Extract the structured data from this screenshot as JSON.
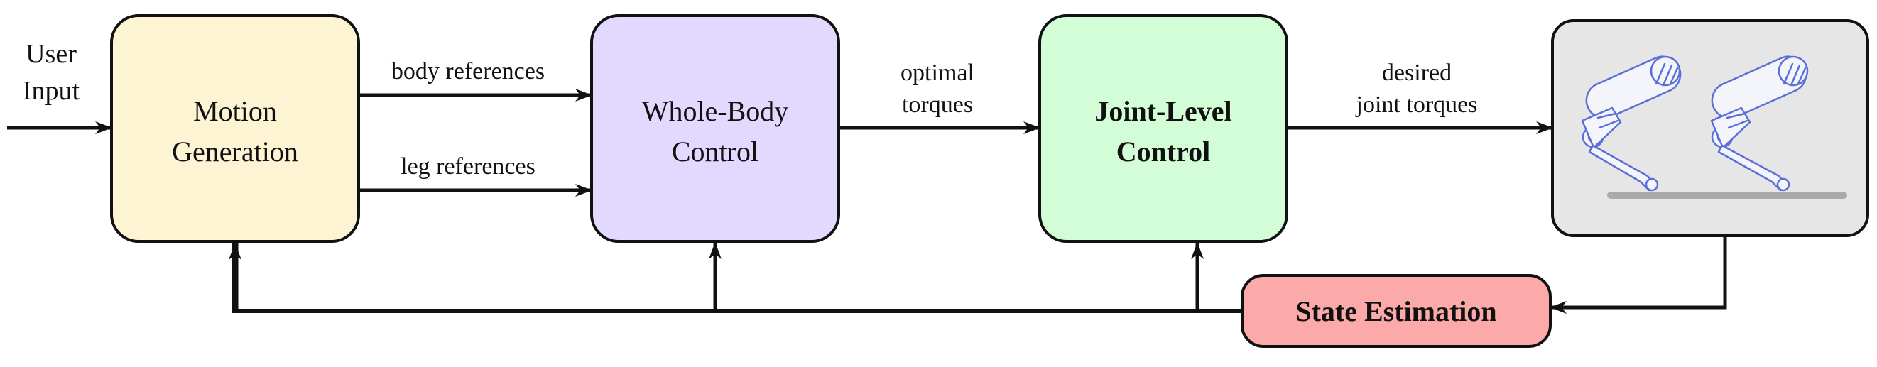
{
  "input": {
    "line1": "User",
    "line2": "Input"
  },
  "boxes": {
    "motion": {
      "line1": "Motion",
      "line2": "Generation",
      "fill": "#fdf4d3"
    },
    "wbc": {
      "line1": "Whole-Body",
      "line2": "Control",
      "fill": "#e3d8fd"
    },
    "jlc": {
      "line1": "Joint-Level",
      "line2": "Control",
      "fill": "#d3fdd6"
    },
    "robot": {
      "fill": "#e6e6e6"
    },
    "state": {
      "label": "State Estimation",
      "fill": "#fca9a9"
    }
  },
  "edges": {
    "body_ref": "body references",
    "leg_ref": "leg references",
    "opt_torques": {
      "line1": "optimal",
      "line2": "torques"
    },
    "des_torques": {
      "line1": "desired",
      "line2": "joint torques"
    }
  },
  "colors": {
    "stroke": "#111111",
    "robot_line": "#5b6fd6",
    "ground": "#aaaaaa"
  }
}
